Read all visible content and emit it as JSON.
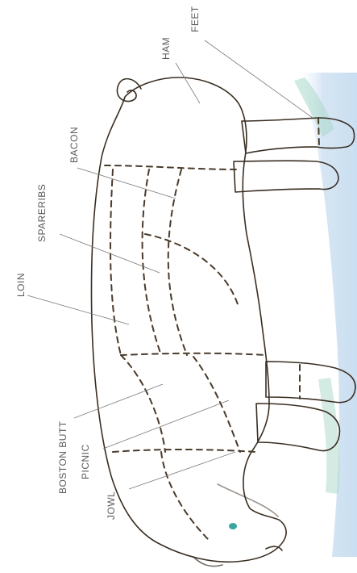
{
  "labels": {
    "ham": "HAM",
    "feet": "FEET",
    "bacon": "BACON",
    "spareribs": "SPARERIBS",
    "loin": "LOIN",
    "boston_butt": "BOSTON BUTT",
    "picnic": "PICNIC",
    "jowl": "JOWL"
  },
  "colors": {
    "body_back": "#f4cf7a",
    "body_belly": "#fbf4dc",
    "ground_blue": "#c9ddf0",
    "ground_green": "#a9d8c8",
    "eye": "#3aa6a0"
  }
}
